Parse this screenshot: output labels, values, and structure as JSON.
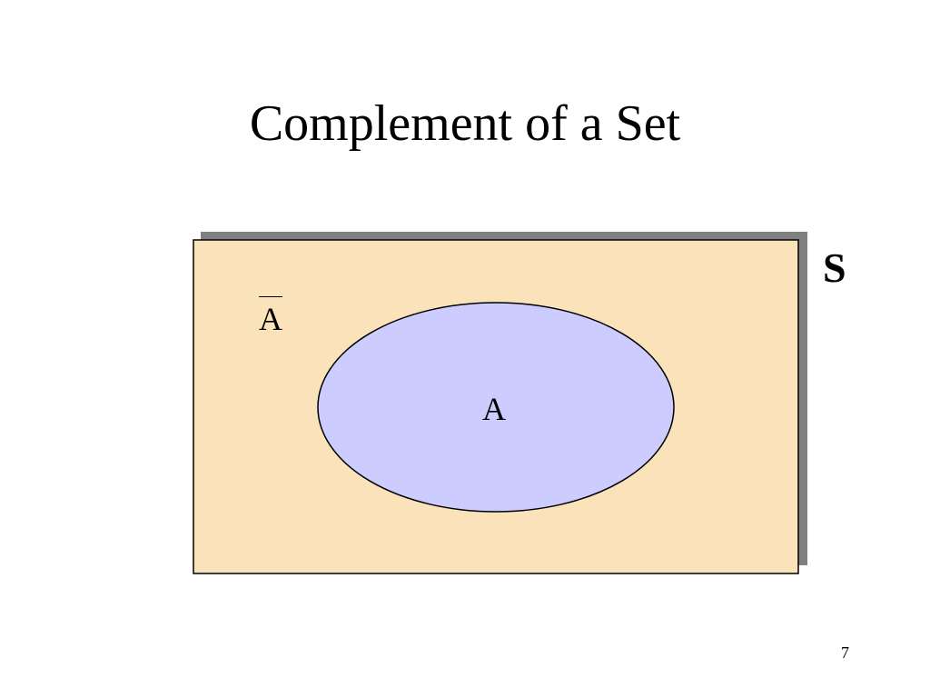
{
  "slide": {
    "title": "Complement of a Set",
    "page_number": "7"
  },
  "diagram": {
    "universe_label": "S",
    "complement_label": "A",
    "set_label": "A",
    "colors": {
      "universe_fill": "#FAE2BA",
      "shadow": "#808080",
      "set_fill": "#CCCCFF",
      "stroke": "#000000"
    }
  }
}
